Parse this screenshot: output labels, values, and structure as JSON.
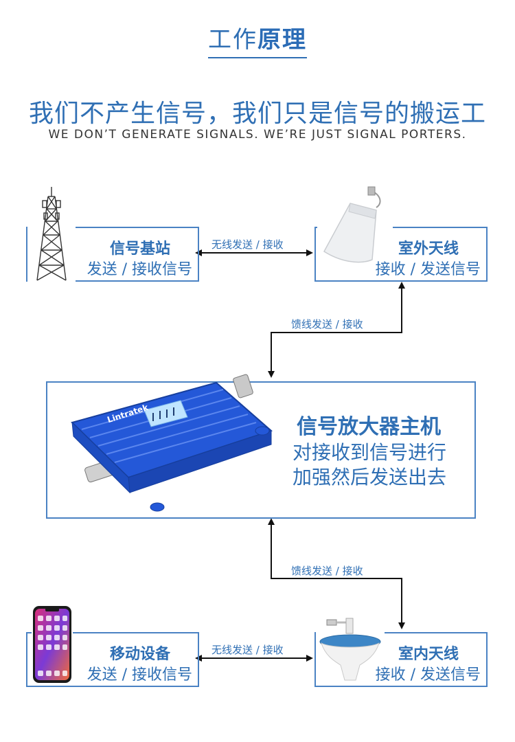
{
  "header": {
    "title_part1": "工作",
    "title_part2": "原理",
    "slogan_cn": "我们不产生信号，我们只是信号的搬运工",
    "slogan_en": "WE DON’T GENERATE SIGNALS. WE’RE JUST SIGNAL PORTERS."
  },
  "nodes": {
    "base_station": {
      "title": "信号基站",
      "desc": "发送 / 接收信号",
      "icon": "tower-icon"
    },
    "outdoor_antenna": {
      "title": "室外天线",
      "desc": "接收 / 发送信号",
      "icon": "outdoor-antenna-icon"
    },
    "amplifier": {
      "title": "信号放大器主机",
      "desc_line1": "对接收到信号进行",
      "desc_line2": "加强然后发送出去",
      "brand": "Lintratek",
      "icon": "amplifier-icon"
    },
    "mobile": {
      "title": "移动设备",
      "desc": "发送 / 接收信号",
      "icon": "phone-icon"
    },
    "indoor_antenna": {
      "title": "室内天线",
      "desc": "接收 / 发送信号",
      "icon": "ceiling-antenna-icon"
    }
  },
  "edges": {
    "top_wireless": "无线发送 / 接收",
    "feeder_upper": "馈线发送 / 接收",
    "feeder_lower": "馈线发送 / 接收",
    "bottom_wireless": "无线发送 / 接收"
  },
  "colors": {
    "accent": "#2f6fb4",
    "border": "#4a82c3",
    "arrow": "#111111"
  }
}
